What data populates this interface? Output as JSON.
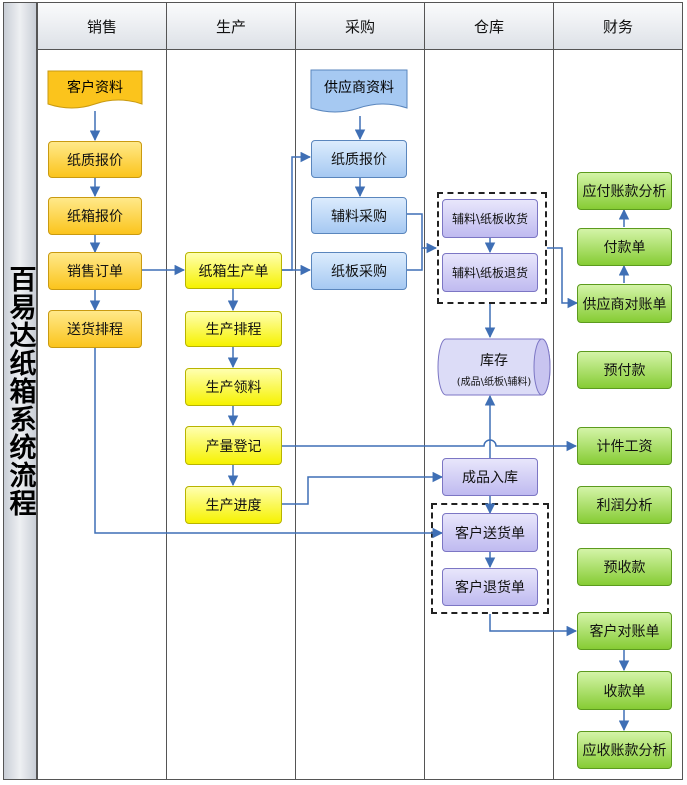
{
  "title": "百易达纸箱系统流程",
  "lanes": [
    "销售",
    "生产",
    "采购",
    "仓库",
    "财务"
  ],
  "nodes": {
    "customer_info": "客户资料",
    "sales_paper_quote": "纸质报价",
    "carton_quote": "纸箱报价",
    "sales_order": "销售订单",
    "delivery_schedule": "送货排程",
    "carton_production_order": "纸箱生产单",
    "production_schedule": "生产排程",
    "production_material": "生产领料",
    "output_registration": "产量登记",
    "production_progress": "生产进度",
    "supplier_info": "供应商资料",
    "purchase_paper_quote": "纸质报价",
    "accessory_purchase": "辅料采购",
    "board_purchase": "纸板采购",
    "material_receipt": "辅料\\纸板收货",
    "material_return": "辅料\\纸板退货",
    "inventory_title": "库存",
    "inventory_sub": "(成品\\纸板\\辅料)",
    "finished_goods_in": "成品入库",
    "customer_delivery": "客户送货单",
    "customer_return": "客户退货单",
    "payables_analysis": "应付账款分析",
    "payment_slip": "付款单",
    "supplier_reconciliation": "供应商对账单",
    "prepayment": "预付款",
    "piece_wage": "计件工资",
    "profit_analysis": "利润分析",
    "advance_receipt": "预收款",
    "customer_reconciliation": "客户对账单",
    "receipt_slip": "收款单",
    "receivables_analysis": "应收账款分析"
  },
  "colors": {
    "sales": "#fbc41c",
    "production": "#f6f200",
    "purchase": "#a6c9f2",
    "warehouse": "#bfbaf0",
    "finance": "#86cc34",
    "connector": "#3f6fb5"
  }
}
